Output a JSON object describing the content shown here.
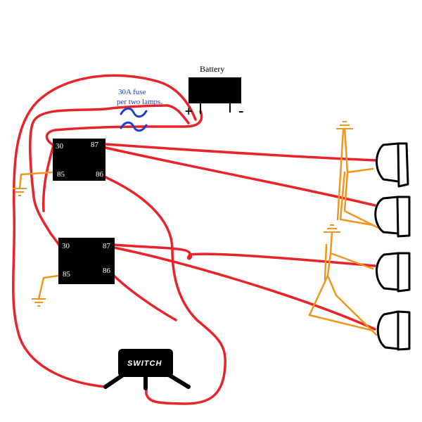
{
  "battery": {
    "label": "Battery",
    "positive": "+",
    "negative": "–"
  },
  "fuse": {
    "label_line1": "30A fuse",
    "label_line2": "per two lamps."
  },
  "relays": [
    {
      "pins": {
        "p30": "30",
        "p87": "87",
        "p85": "85",
        "p86": "86"
      }
    },
    {
      "pins": {
        "p30": "30",
        "p87": "87",
        "p85": "85",
        "p86": "86"
      }
    }
  ],
  "switch": {
    "label": "SWITCH"
  },
  "colors": {
    "power_wire": "#e8232a",
    "ground_wire": "#f0961e",
    "fuse": "#1f3fcf",
    "fuse_label": "#1f3fcf",
    "component": "#000000"
  }
}
